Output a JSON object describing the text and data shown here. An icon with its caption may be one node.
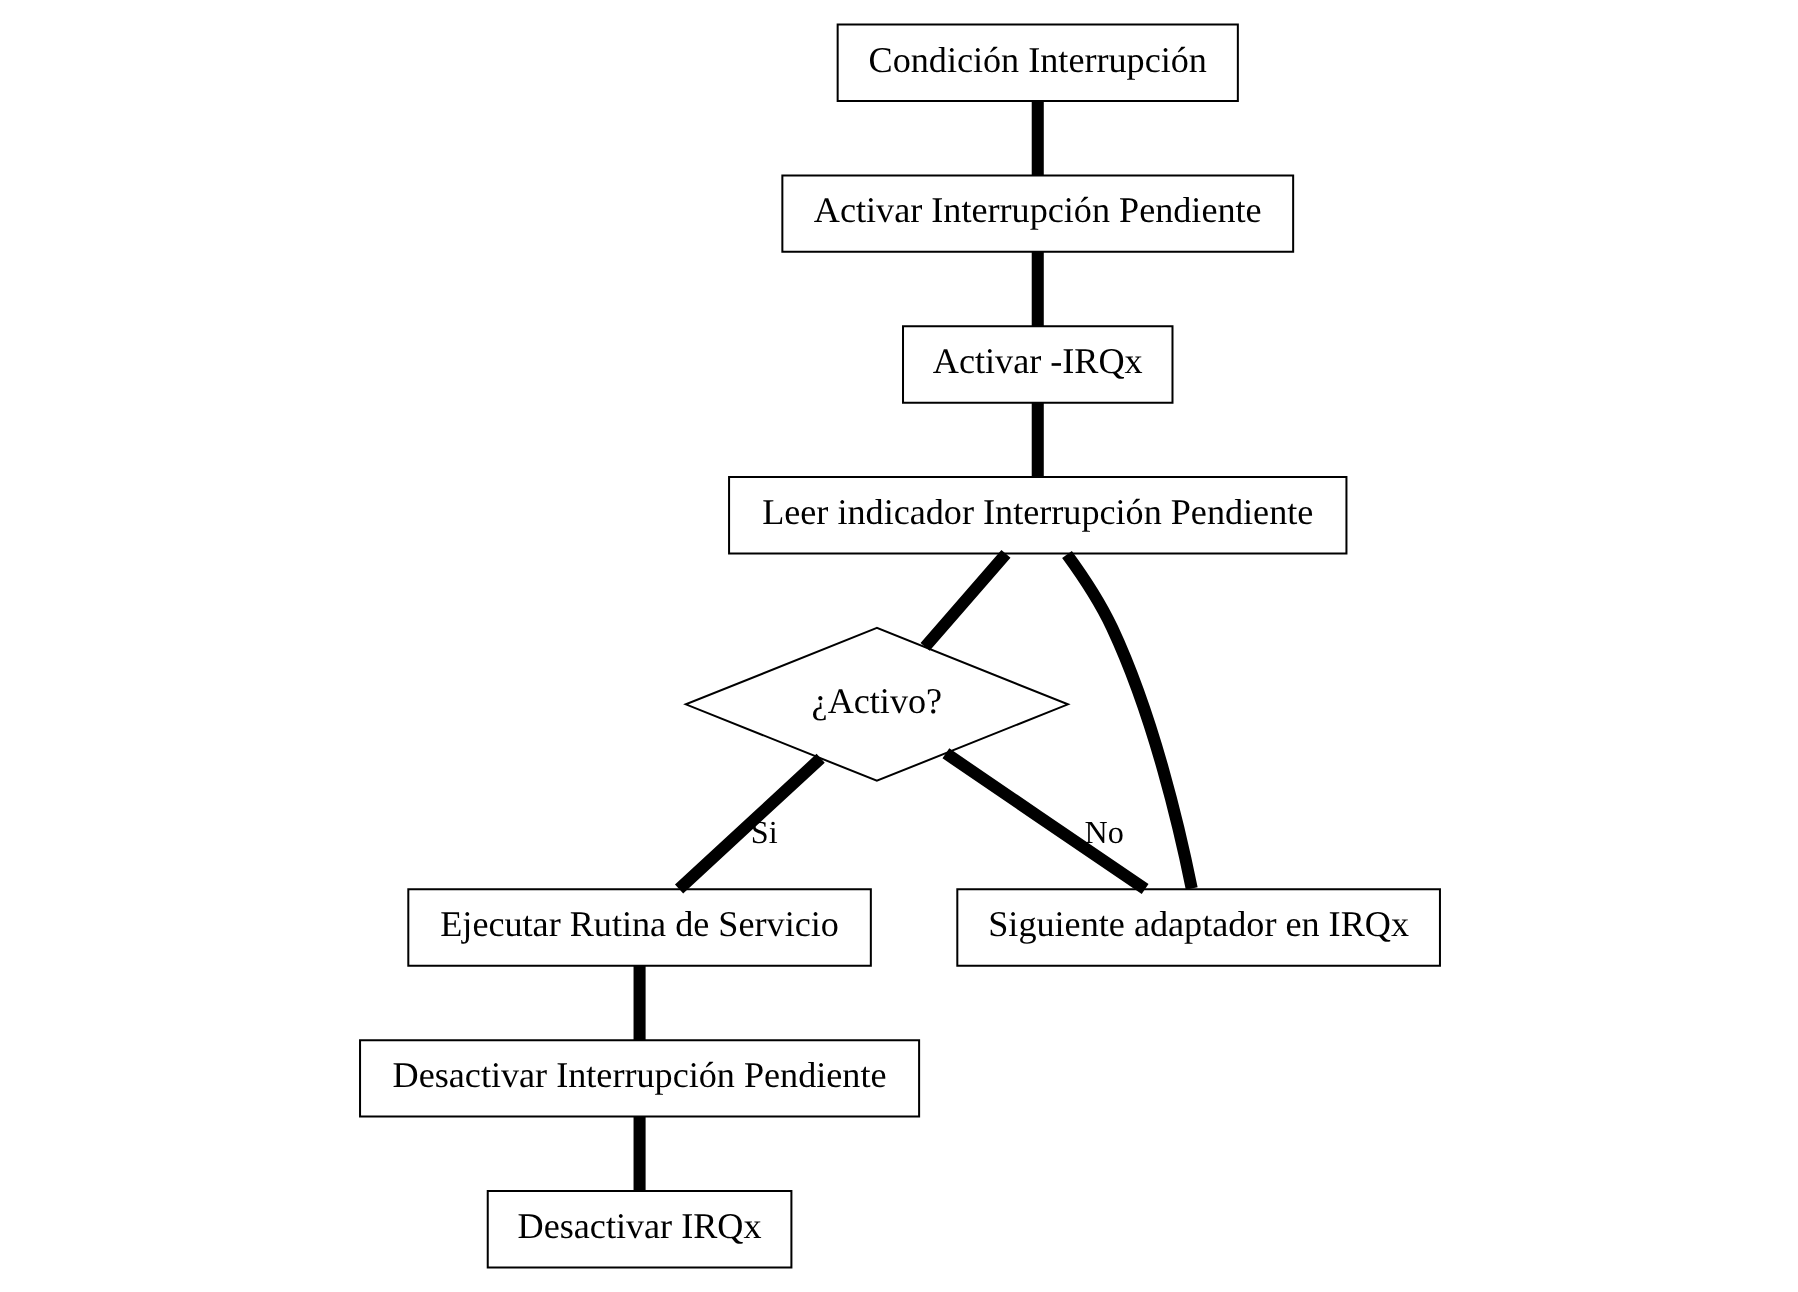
{
  "diagram": {
    "nodes": [
      {
        "text": [
          "Condición Interrupción"
        ]
      },
      {
        "text": [
          "Activar Interrupción Pendiente"
        ]
      },
      {
        "text": [
          "Activar -IRQx"
        ]
      },
      {
        "text": [
          "Leer indicador Interrupción Pendiente"
        ]
      },
      {
        "text": [
          "¿Activo?"
        ]
      },
      {
        "text": [
          "Siguiente adaptador en IRQx"
        ]
      },
      {
        "text": [
          "Desactivar Interrupción Pendiente"
        ]
      },
      {
        "text": [
          "Ejecutar Rutina de Servicio"
        ]
      },
      {
        "text": [
          "Desactivar IRQx"
        ]
      }
    ],
    "edges": [
      {
        "from": 0,
        "to": 1,
        "arrow": "none"
      },
      {
        "from": 1,
        "to": 2,
        "arrow": "none"
      },
      {
        "from": 2,
        "to": 3,
        "arrow": "none"
      },
      {
        "from": 3,
        "to": 4,
        "arrow": "none"
      },
      {
        "from": 4,
        "to": 5,
        "arrow": "none",
        "label": "No"
      },
      {
        "from": 5,
        "to": 3,
        "arrow": "none"
      },
      {
        "from": 4,
        "to": 7,
        "arrow": "none",
        "label": "Si"
      },
      {
        "from": 7,
        "to": 6,
        "arrow": "none"
      },
      {
        "from": 6,
        "to": 8,
        "arrow": "none"
      }
    ]
  }
}
